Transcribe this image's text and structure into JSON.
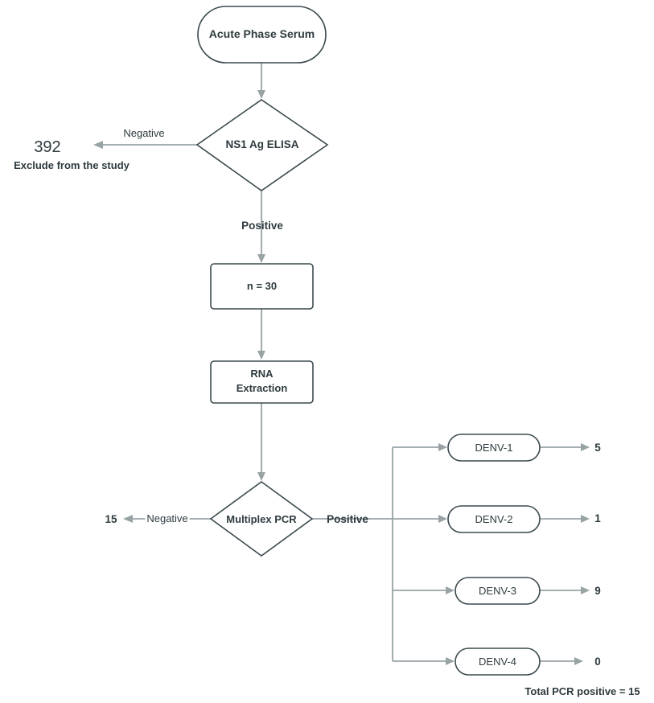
{
  "nodes": {
    "start": "Acute Phase Serum",
    "ns1": "NS1 Ag ELISA",
    "n30": "n = 30",
    "rna_line1": "RNA",
    "rna_line2": "Extraction",
    "pcr": "Multiplex PCR",
    "denv1": "DENV-1",
    "denv2": "DENV-2",
    "denv3": "DENV-3",
    "denv4": "DENV-4"
  },
  "edges": {
    "ns1_negative": "Negative",
    "ns1_positive": "Positive",
    "pcr_negative": "Negative",
    "pcr_positive": "Positive"
  },
  "outcomes": {
    "excluded_count": "392",
    "excluded_text": "Exclude from the study",
    "pcr_negative_count": "15",
    "denv1_count": "5",
    "denv2_count": "1",
    "denv3_count": "9",
    "denv4_count": "0"
  },
  "footer": {
    "total": "Total PCR positive = 15"
  }
}
